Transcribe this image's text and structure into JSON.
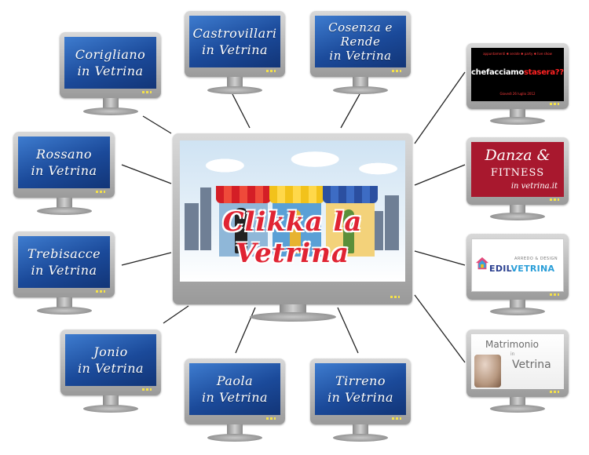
{
  "center": {
    "banner_text": "Clikka la Vetrina"
  },
  "monitors": [
    {
      "id": "corigliano",
      "lines": [
        "Corigliano",
        "in Vetrina"
      ]
    },
    {
      "id": "castrovillari",
      "lines": [
        "Castrovillari",
        "in Vetrina"
      ]
    },
    {
      "id": "cosenza",
      "lines": [
        "Cosenza e",
        "Rende",
        "in Vetrina"
      ]
    },
    {
      "id": "rossano",
      "lines": [
        "Rossano",
        "in Vetrina"
      ]
    },
    {
      "id": "trebisacce",
      "lines": [
        "Trebisacce",
        "in Vetrina"
      ]
    },
    {
      "id": "jonio",
      "lines": [
        "Jonio",
        "in Vetrina"
      ]
    },
    {
      "id": "paola",
      "lines": [
        "Paola",
        "in Vetrina"
      ]
    },
    {
      "id": "tirreno",
      "lines": [
        "Tirreno",
        "in Vetrina"
      ]
    }
  ],
  "sponsors": {
    "chefacciamo": {
      "top_text": "appuntamenti ✱ serate ✱ party ✱ live show",
      "main_a": "che",
      "main_b": "facciamo",
      "main_c": "stasera???",
      "bottom_text": "Giovedì 26 luglio 2012"
    },
    "danza": {
      "title": "Danza",
      "amp": "&",
      "sub": "FITNESS",
      "tag": "in vetrina.it"
    },
    "edil": {
      "small": "ARREDO & DESIGN",
      "name_a": "EDIL",
      "name_b": "VETRINA"
    },
    "matrimonio": {
      "title": "Matrimonio",
      "in": "in",
      "sub": "Vetrina"
    }
  },
  "colors": {
    "bezel": "#b5b5b5",
    "screen_blue": "#1b4a9a",
    "led": "#f4e14a",
    "banner_red": "#e02433",
    "danza_bg": "#a8182e",
    "edil_blue": "#2a3f8f"
  }
}
